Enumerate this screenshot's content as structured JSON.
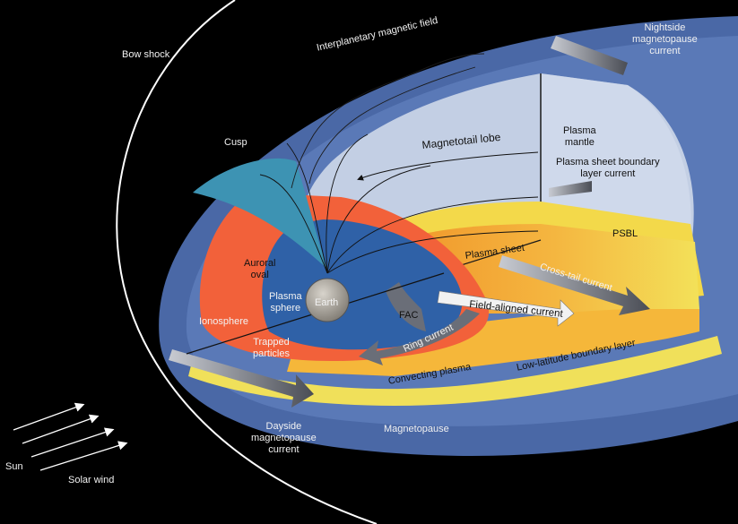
{
  "colors": {
    "background": "#000000",
    "bow_shock": "#ffffff",
    "sheath_blue": "#4a68a6",
    "lobe_light": "#c3cfe4",
    "trapped_orange": "#f2613a",
    "plasmasphere_blue": "#2f61a7",
    "plasma_sheet_orange": "#f49a2c",
    "plasma_sheet_yellow": "#f3d94a",
    "cusp_teal": "#3d93b3",
    "current_arrow_gray": "#8b8f99"
  },
  "labels": {
    "bow_shock": "Bow shock",
    "interplanetary_field": "Interplanetary magnetic field",
    "nightside_current": [
      "Nightside",
      "magnetopause",
      "current"
    ],
    "plasma_mantle": [
      "Plasma",
      "mantle"
    ],
    "magnetotail_lobe": "Magnetotail lobe",
    "psbl_current": [
      "Plasma sheet boundary",
      "layer current"
    ],
    "cusp": "Cusp",
    "psbl": "PSBL",
    "plasma_sheet": "Plasma sheet",
    "auroral_oval": [
      "Auroral",
      "oval"
    ],
    "cross_tail_current": "Cross-tail current",
    "plasma_sphere": [
      "Plasma",
      "sphere"
    ],
    "earth": "Earth",
    "fac": "FAC",
    "field_aligned_current": "Field-aligned current",
    "ionosphere": "Ionosphere",
    "trapped_particles": [
      "Trapped",
      "particles"
    ],
    "ring_current": "Ring current",
    "convecting_plasma": "Convecting plasma",
    "low_latitude_boundary_layer": "Low-latitude boundary layer",
    "dayside_current": [
      "Dayside",
      "magnetopause",
      "current"
    ],
    "magnetopause": "Magnetopause",
    "sun": "Sun",
    "solar_wind": "Solar wind"
  }
}
